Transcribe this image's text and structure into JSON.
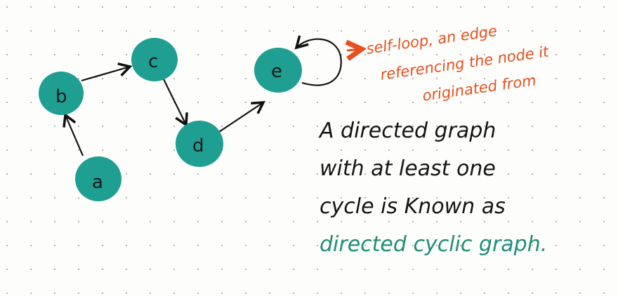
{
  "nodes": [
    "a",
    "b",
    "c",
    "d",
    "e"
  ],
  "edges": [
    [
      "a",
      "b"
    ],
    [
      "b",
      "c"
    ],
    [
      "c",
      "d"
    ],
    [
      "d",
      "e"
    ],
    [
      "e",
      "e"
    ]
  ],
  "annotation": {
    "line1": "self-loop, an edge",
    "line2": "referencing the node it",
    "line3": "originated from"
  },
  "caption": {
    "line1": "A directed graph",
    "line2": "with at least one",
    "line3": "cycle is Known as",
    "line4": "directed cyclic graph."
  },
  "colors": {
    "node": "#1f9e92",
    "annotation": "#e8501e",
    "highlight": "#1f8e78"
  }
}
